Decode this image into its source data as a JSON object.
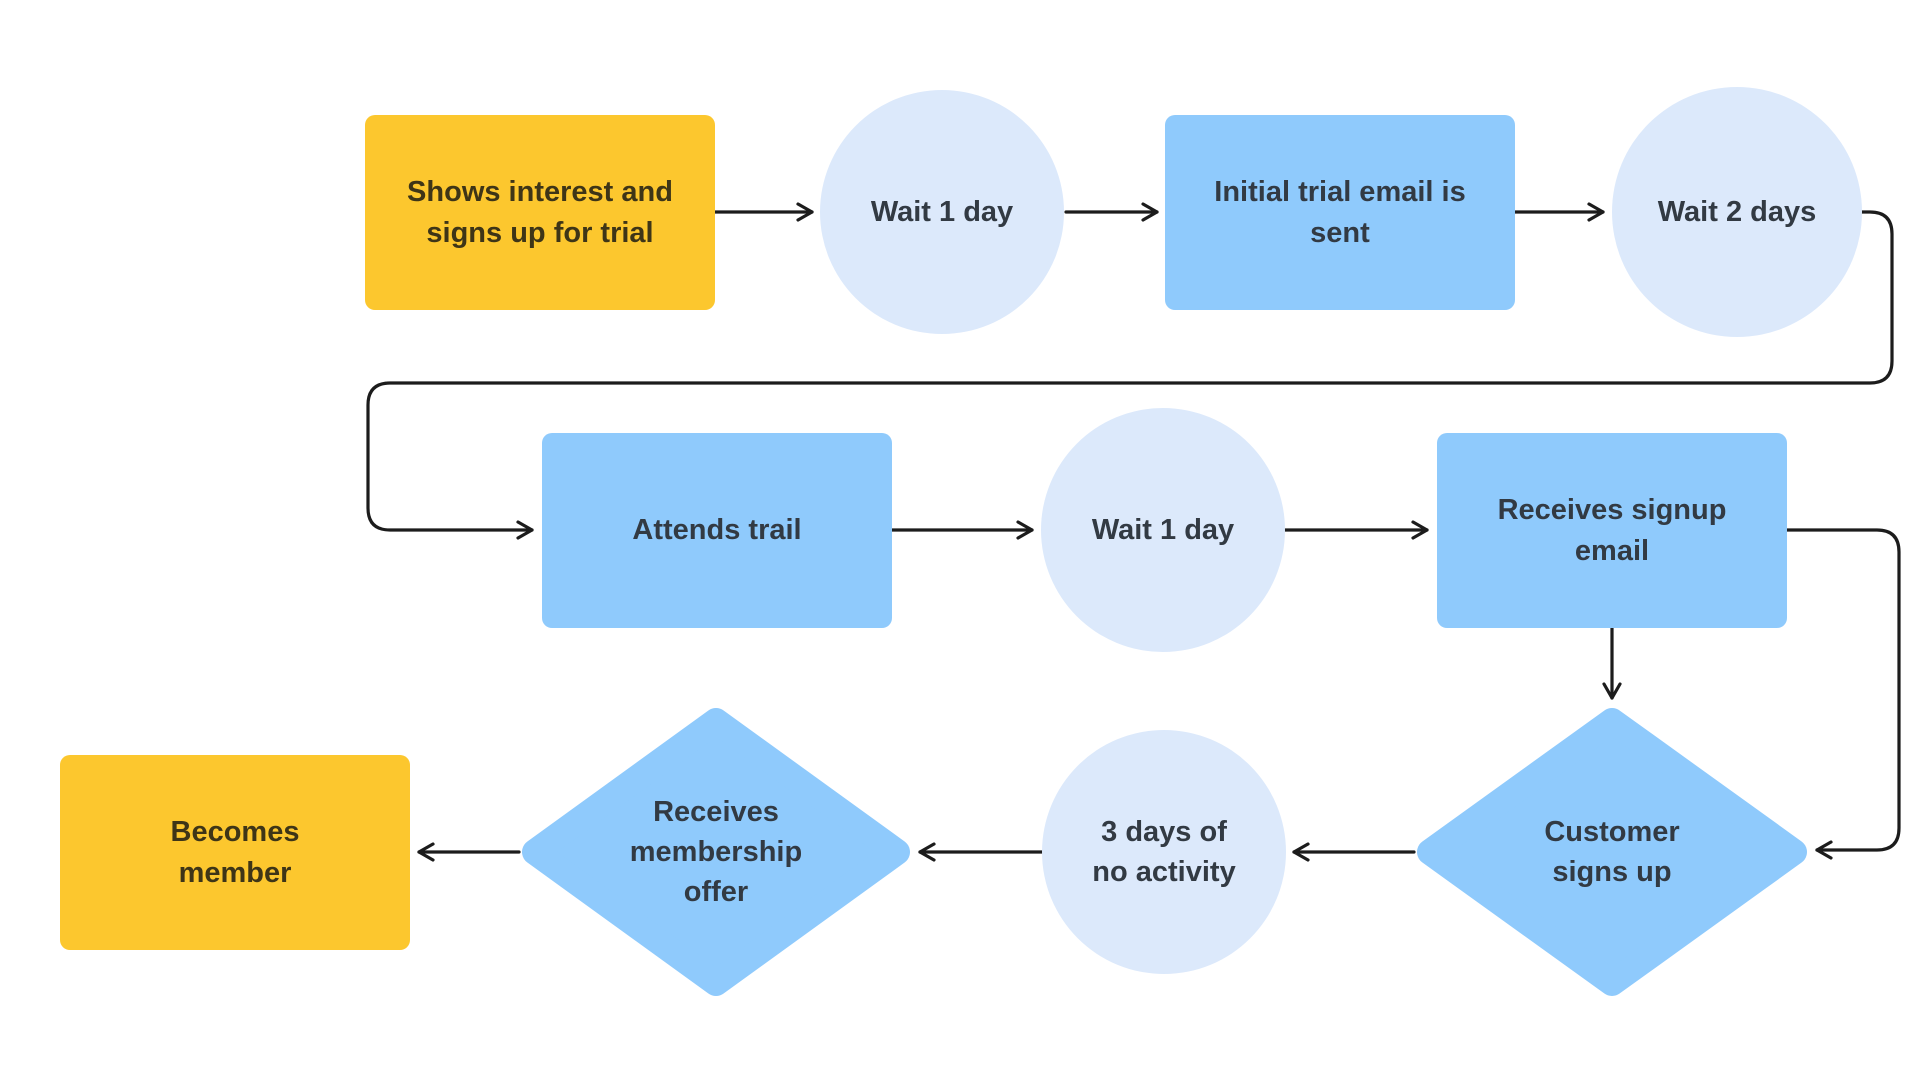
{
  "diagram": {
    "type": "flowchart",
    "colors": {
      "yellow": "#FCC72E",
      "blue": "#8FCAFC",
      "light_blue": "#DCE9FB",
      "line": "#1C1C1C",
      "text_dark": "#323A43",
      "text_on_yellow": "#3E3517",
      "bg": "#FFFFFF"
    },
    "nodes": [
      {
        "id": "shows-interest-trial-signup",
        "shape": "rectangle",
        "color": "yellow",
        "label": "Shows interest and signs up for trial"
      },
      {
        "id": "wait-1-day-a",
        "shape": "circle",
        "color": "light_blue",
        "label": "Wait 1 day"
      },
      {
        "id": "initial-trial-email",
        "shape": "rectangle",
        "color": "blue",
        "label": "Initial trial email is sent"
      },
      {
        "id": "wait-2-days",
        "shape": "circle",
        "color": "light_blue",
        "label": "Wait 2 days"
      },
      {
        "id": "attends-trail",
        "shape": "rectangle",
        "color": "blue",
        "label": "Attends trail"
      },
      {
        "id": "wait-1-day-b",
        "shape": "circle",
        "color": "light_blue",
        "label": "Wait 1 day"
      },
      {
        "id": "receives-signup-email",
        "shape": "rectangle",
        "color": "blue",
        "label": "Receives signup email"
      },
      {
        "id": "customer-signs-up",
        "shape": "diamond",
        "color": "blue",
        "label": "Customer signs up"
      },
      {
        "id": "3-days-no-activity",
        "shape": "circle",
        "color": "light_blue",
        "label": "3 days of no activity"
      },
      {
        "id": "receives-membership-offer",
        "shape": "diamond",
        "color": "blue",
        "label": "Receives membership offer"
      },
      {
        "id": "becomes-member",
        "shape": "rectangle",
        "color": "yellow",
        "label": "Becomes member"
      }
    ],
    "edges": [
      {
        "from": "shows-interest-trial-signup",
        "to": "wait-1-day-a",
        "route": "straight-right"
      },
      {
        "from": "wait-1-day-a",
        "to": "initial-trial-email",
        "route": "straight-right"
      },
      {
        "from": "initial-trial-email",
        "to": "wait-2-days",
        "route": "straight-right"
      },
      {
        "from": "wait-2-days",
        "to": "attends-trail",
        "route": "wrap-around-left"
      },
      {
        "from": "attends-trail",
        "to": "wait-1-day-b",
        "route": "straight-right"
      },
      {
        "from": "wait-1-day-b",
        "to": "receives-signup-email",
        "route": "straight-right"
      },
      {
        "from": "receives-signup-email",
        "to": "customer-signs-up",
        "route": "straight-down"
      },
      {
        "from": "receives-signup-email",
        "to": "customer-signs-up",
        "route": "right-side-loop"
      },
      {
        "from": "customer-signs-up",
        "to": "3-days-no-activity",
        "route": "straight-left"
      },
      {
        "from": "3-days-no-activity",
        "to": "receives-membership-offer",
        "route": "straight-left"
      },
      {
        "from": "receives-membership-offer",
        "to": "becomes-member",
        "route": "straight-left"
      }
    ]
  }
}
